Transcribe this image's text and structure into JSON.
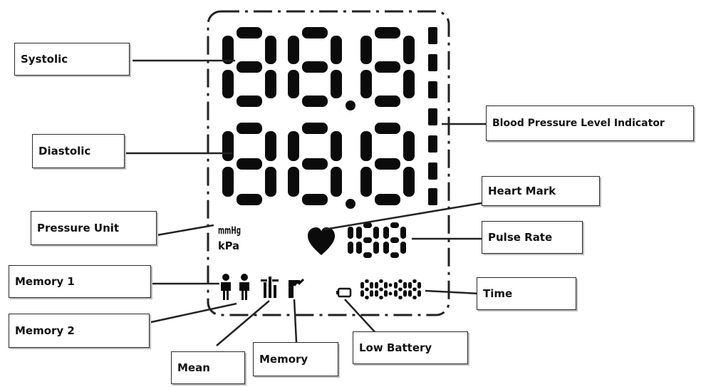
{
  "display": {
    "systolic_digits": "88.8",
    "diastolic_digits": "88.8",
    "pulse_digits": "188",
    "time_digits": "88:88",
    "unit_top": "mmHg",
    "unit_bottom": "kPa",
    "heart_icon": "heart-icon",
    "battery_icon": "battery-icon",
    "user_icon": "user-icon",
    "mean_icon": "mean-icon",
    "memory_icon": "memory-icon"
  },
  "labels": {
    "systolic": "Systolic",
    "diastolic": "Diastolic",
    "pressure_unit": "Pressure Unit",
    "memory1": "Memory 1",
    "memory2": "Memory 2",
    "mean": "Mean",
    "memory": "Memory",
    "low_battery": "Low Battery",
    "time": "Time",
    "pulse_rate": "Pulse Rate",
    "heart_mark": "Heart Mark",
    "bp_level_indicator": "Blood Pressure Level Indicator"
  },
  "colors": {
    "lcd": "#0b0b0b",
    "frame": "#222222",
    "leader": "#222222"
  }
}
